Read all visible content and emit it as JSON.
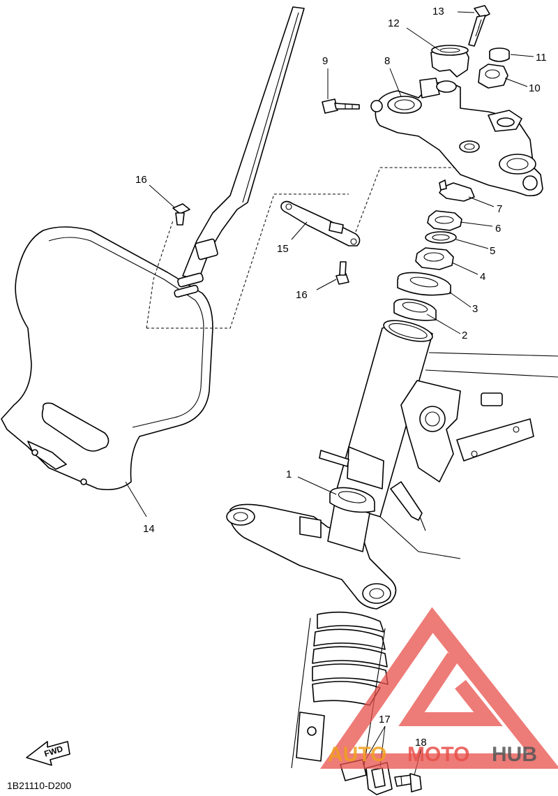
{
  "diagram_code": "1B21110-D200",
  "fwd_label": "FWD",
  "watermark": {
    "part1": "AUTO",
    "part2": "MOTO",
    "part3": "HUB",
    "color_red": "#e8504a",
    "color_orange": "#f0a020",
    "color_grey": "#555555"
  },
  "callouts": {
    "c1": "1",
    "c2": "2",
    "c3": "3",
    "c4": "4",
    "c5": "5",
    "c6": "6",
    "c7": "7",
    "c8": "8",
    "c9": "9",
    "c10": "10",
    "c11": "11",
    "c12": "12",
    "c13": "13",
    "c14": "14",
    "c15": "15",
    "c16a": "16",
    "c16b": "16",
    "c17": "17",
    "c18": "18"
  }
}
